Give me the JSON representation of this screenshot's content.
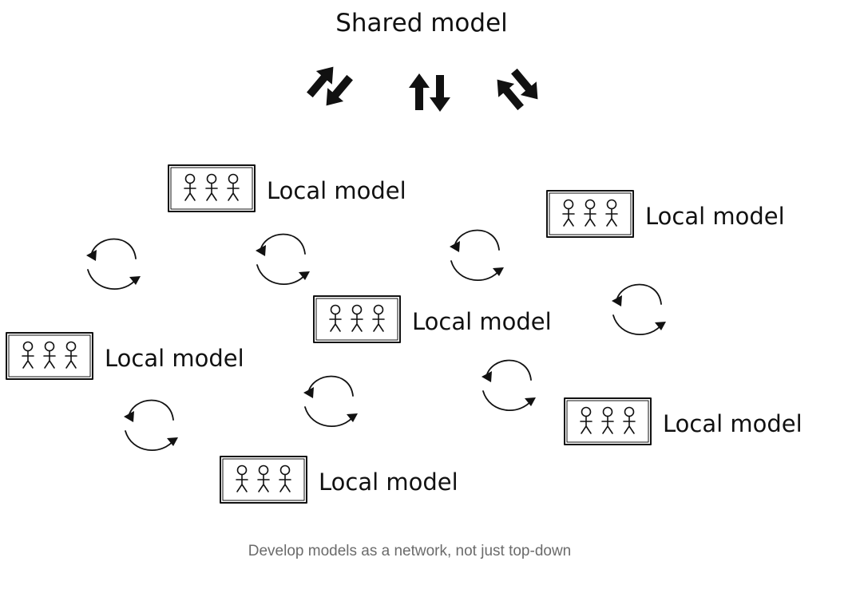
{
  "title": "Shared model",
  "local_label": "Local model",
  "caption": "Develop models as a network, not just top-down",
  "icons": {
    "exchange_arrows": "double-arrow-icon",
    "team": "stick-figure-icon",
    "cycle": "cycle-arrows-icon"
  },
  "colors": {
    "ink": "#111111",
    "caption": "#6b6b6b",
    "background": "#ffffff"
  }
}
